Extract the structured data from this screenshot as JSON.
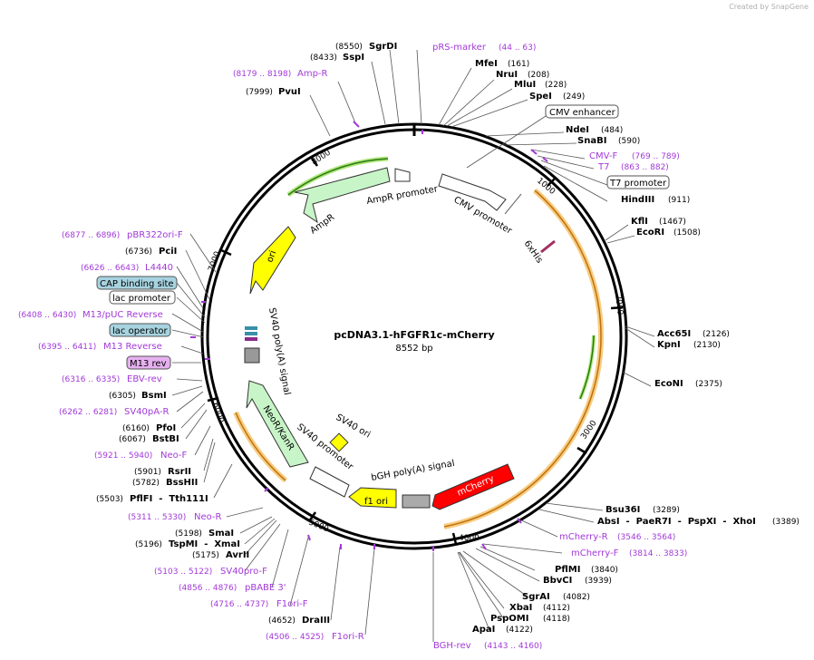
{
  "watermark": "Created by SnapGene",
  "plasmid": {
    "name": "pcDNA3.1-hFGFR1c-mCherry",
    "size": "8552 bp"
  },
  "ticks": [
    "1000",
    "2000",
    "3000",
    "4000",
    "5000",
    "6000",
    "7000",
    "8000"
  ],
  "colors": {
    "primer": "#a239d8",
    "feature_green": "#c8f5c8",
    "mcherry": "#ff0000",
    "f1ori": "#ffff00",
    "ori": "#ffff00",
    "box_blue": "#a7d3e0",
    "box_purple": "#e6b0f0"
  },
  "top_labels": [
    {
      "name": "SgrDI",
      "pos": "(8550)"
    },
    {
      "name": "SspI",
      "pos": "(8433)"
    },
    {
      "name": "Amp-R",
      "pos": "(8179 .. 8198)",
      "type": "primer"
    },
    {
      "name": "PvuI",
      "pos": "(7999)"
    }
  ],
  "right_labels": [
    {
      "name": "pRS-marker",
      "pos": "(44 .. 63)",
      "type": "primer"
    },
    {
      "name": "MfeI",
      "pos": "(161)"
    },
    {
      "name": "NruI",
      "pos": "(208)"
    },
    {
      "name": "MluI",
      "pos": "(228)"
    },
    {
      "name": "SpeI",
      "pos": "(249)"
    },
    {
      "name": "CMV enhancer",
      "type": "feature"
    },
    {
      "name": "NdeI",
      "pos": "(484)"
    },
    {
      "name": "SnaBI",
      "pos": "(590)"
    },
    {
      "name": "CMV-F",
      "pos": "(769 .. 789)",
      "type": "primer"
    },
    {
      "name": "T7",
      "pos": "(863 .. 882)",
      "type": "primer"
    },
    {
      "name": "T7 promoter",
      "type": "feature"
    },
    {
      "name": "HindIII",
      "pos": "(911)"
    },
    {
      "name": "KflI",
      "pos": "(1467)"
    },
    {
      "name": "EcoRI",
      "pos": "(1508)"
    },
    {
      "name": "Acc65I",
      "pos": "(2126)"
    },
    {
      "name": "KpnI",
      "pos": "(2130)"
    },
    {
      "name": "EcoNI",
      "pos": "(2375)"
    },
    {
      "name": "Bsu36I",
      "pos": "(3289)"
    },
    {
      "name": "AbsI  -  PaeR7I  -  PspXI  -  XhoI",
      "pos": "(3389)"
    },
    {
      "name": "mCherry-R",
      "pos": "(3546 .. 3564)",
      "type": "primer"
    },
    {
      "name": "mCherry-F",
      "pos": "(3814 .. 3833)",
      "type": "primer"
    },
    {
      "name": "PflMI",
      "pos": "(3840)"
    },
    {
      "name": "BbvCI",
      "pos": "(3939)"
    },
    {
      "name": "SgrAI",
      "pos": "(4082)"
    },
    {
      "name": "XbaI",
      "pos": "(4112)"
    },
    {
      "name": "PspOMI",
      "pos": "(4118)"
    },
    {
      "name": "ApaI",
      "pos": "(4122)"
    },
    {
      "name": "BGH-rev",
      "pos": "(4143 .. 4160)",
      "type": "primer"
    }
  ],
  "left_labels": [
    {
      "name": "pBR322ori-F",
      "pos": "(6877 .. 6896)",
      "type": "primer"
    },
    {
      "name": "PciI",
      "pos": "(6736)"
    },
    {
      "name": "L4440",
      "pos": "(6626 .. 6643)",
      "type": "primer"
    },
    {
      "name": "CAP binding site",
      "type": "box"
    },
    {
      "name": "lac promoter",
      "type": "feature"
    },
    {
      "name": "M13/pUC Reverse",
      "pos": "(6408 .. 6430)",
      "type": "primer"
    },
    {
      "name": "lac operator",
      "type": "box"
    },
    {
      "name": "M13 Reverse",
      "pos": "(6395 .. 6411)",
      "type": "primer"
    },
    {
      "name": "M13 rev",
      "type": "pbox"
    },
    {
      "name": "EBV-rev",
      "pos": "(6316 .. 6335)",
      "type": "primer"
    },
    {
      "name": "BsmI",
      "pos": "(6305)"
    },
    {
      "name": "SV40pA-R",
      "pos": "(6262 .. 6281)",
      "type": "primer"
    },
    {
      "name": "PfoI",
      "pos": "(6160)"
    },
    {
      "name": "BstBI",
      "pos": "(6067)"
    },
    {
      "name": "Neo-F",
      "pos": "(5921 .. 5940)",
      "type": "primer"
    },
    {
      "name": "RsrII",
      "pos": "(5901)"
    },
    {
      "name": "BssHII",
      "pos": "(5782)"
    },
    {
      "name": "PflFI  -  Tth111I",
      "pos": "(5503)"
    },
    {
      "name": "Neo-R",
      "pos": "(5311 .. 5330)",
      "type": "primer"
    },
    {
      "name": "SmaI",
      "pos": "(5198)"
    },
    {
      "name": "TspMI  -  XmaI",
      "pos": "(5196)"
    },
    {
      "name": "AvrII",
      "pos": "(5175)"
    },
    {
      "name": "SV40pro-F",
      "pos": "(5103 .. 5122)",
      "type": "primer"
    },
    {
      "name": "pBABE 3'",
      "pos": "(4856 .. 4876)",
      "type": "primer"
    },
    {
      "name": "F1ori-F",
      "pos": "(4716 .. 4737)",
      "type": "primer"
    },
    {
      "name": "DraIII",
      "pos": "(4652)"
    },
    {
      "name": "F1ori-R",
      "pos": "(4506 .. 4525)",
      "type": "primer"
    }
  ],
  "inner_features": [
    "AmpR promoter",
    "AmpR",
    "CMV promoter",
    "6xHis",
    "ori",
    "SV40 poly(A) signal",
    "NeoR/KanR",
    "SV40 ori",
    "SV40 promoter",
    "bGH poly(A) signal",
    "f1 ori",
    "mCherry"
  ]
}
